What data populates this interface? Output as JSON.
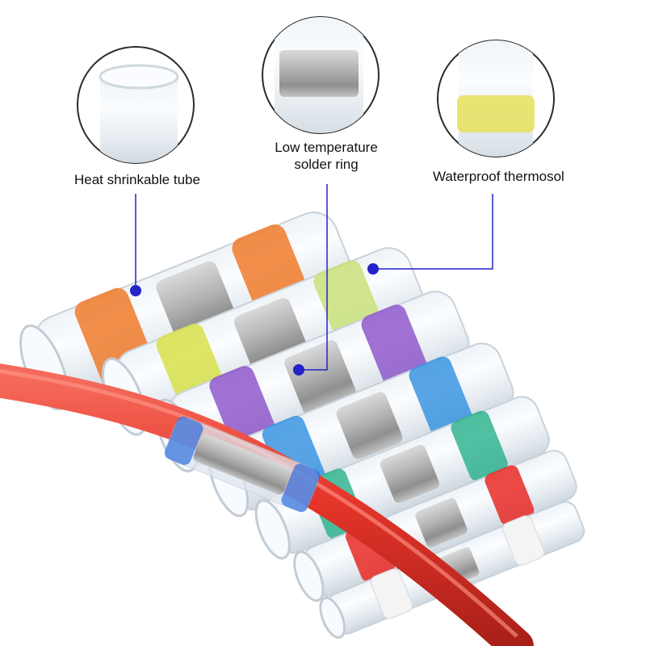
{
  "callouts": {
    "heat_tube": {
      "label": "Heat shrinkable tube",
      "icon": "clear-tube-closeup-icon"
    },
    "solder_ring": {
      "label_line1": "Low temperature",
      "label_line2": "solder ring",
      "icon": "solder-ring-closeup-icon"
    },
    "thermosol": {
      "label": "Waterproof thermosol",
      "icon": "yellow-thermosol-closeup-icon"
    }
  },
  "colors": {
    "pointer": "#2323c8",
    "orange": "#f07a2a",
    "yellow": "#d8e04a",
    "purple": "#8a4fc8",
    "blue": "#2f8fe0",
    "green": "#27b08a",
    "red": "#e82a26",
    "white": "#f4f4f4",
    "wire": "#e5352a"
  }
}
